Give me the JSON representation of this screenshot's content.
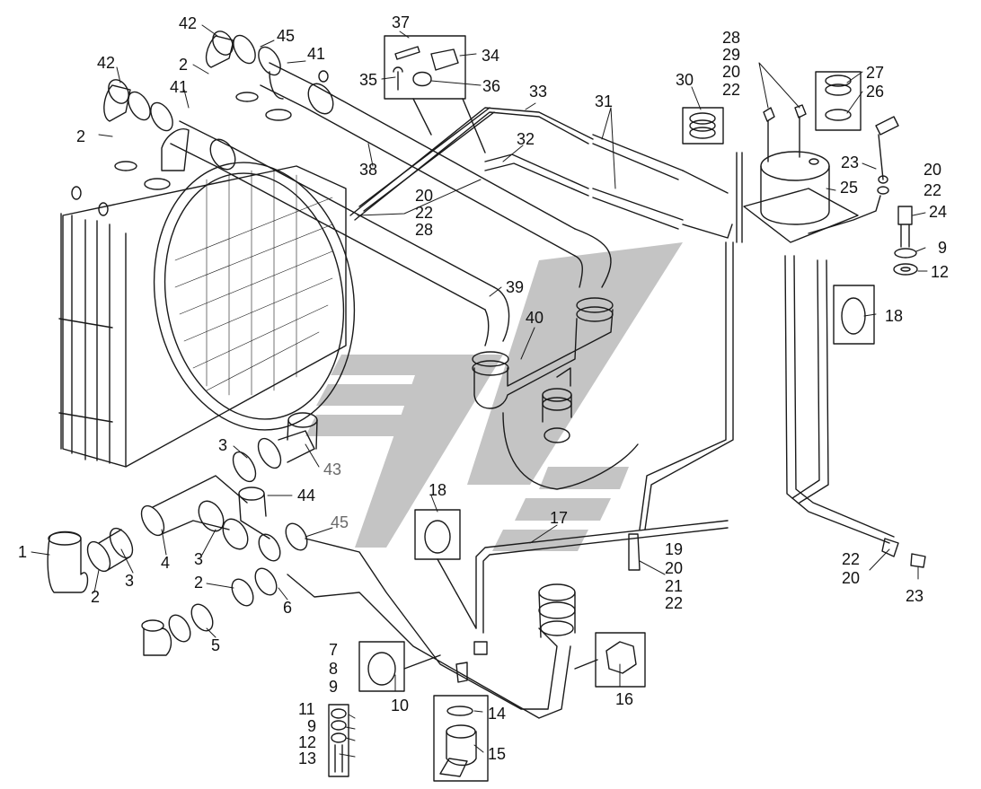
{
  "diagram": {
    "watermark_color": "#bdbdbd",
    "line_color": "#1a1a1a",
    "callouts": [
      {
        "id": "c42a",
        "text": "42"
      },
      {
        "id": "c45a",
        "text": "45"
      },
      {
        "id": "c41a",
        "text": "41"
      },
      {
        "id": "c2a",
        "text": "2"
      },
      {
        "id": "c42b",
        "text": "42"
      },
      {
        "id": "c41b",
        "text": "41"
      },
      {
        "id": "c2b",
        "text": "2"
      },
      {
        "id": "c38",
        "text": "38"
      },
      {
        "id": "c37",
        "text": "37"
      },
      {
        "id": "c34",
        "text": "34"
      },
      {
        "id": "c35",
        "text": "35"
      },
      {
        "id": "c36",
        "text": "36"
      },
      {
        "id": "c33",
        "text": "33"
      },
      {
        "id": "c32",
        "text": "32"
      },
      {
        "id": "c31",
        "text": "31"
      },
      {
        "id": "c30",
        "text": "30"
      },
      {
        "id": "g1a",
        "text": "28"
      },
      {
        "id": "g1b",
        "text": "29"
      },
      {
        "id": "g1c",
        "text": "20"
      },
      {
        "id": "g1d",
        "text": "22"
      },
      {
        "id": "c27",
        "text": "27"
      },
      {
        "id": "c26",
        "text": "26"
      },
      {
        "id": "c23a",
        "text": "23"
      },
      {
        "id": "c25",
        "text": "25"
      },
      {
        "id": "g2a",
        "text": "20"
      },
      {
        "id": "g2b",
        "text": "22"
      },
      {
        "id": "c24",
        "text": "24"
      },
      {
        "id": "c9a",
        "text": "9"
      },
      {
        "id": "c12a",
        "text": "12"
      },
      {
        "id": "g3a",
        "text": "20"
      },
      {
        "id": "g3b",
        "text": "22"
      },
      {
        "id": "g3c",
        "text": "28"
      },
      {
        "id": "c39",
        "text": "39"
      },
      {
        "id": "c40",
        "text": "40"
      },
      {
        "id": "c18a",
        "text": "18"
      },
      {
        "id": "c3a",
        "text": "3"
      },
      {
        "id": "c43",
        "text": "43"
      },
      {
        "id": "c44",
        "text": "44"
      },
      {
        "id": "c45b",
        "text": "45"
      },
      {
        "id": "c18b",
        "text": "18"
      },
      {
        "id": "c17",
        "text": "17"
      },
      {
        "id": "c1",
        "text": "1"
      },
      {
        "id": "c2c",
        "text": "2"
      },
      {
        "id": "c3b",
        "text": "3"
      },
      {
        "id": "c4",
        "text": "4"
      },
      {
        "id": "c3c",
        "text": "3"
      },
      {
        "id": "c2d",
        "text": "2"
      },
      {
        "id": "c5",
        "text": "5"
      },
      {
        "id": "c6",
        "text": "6"
      },
      {
        "id": "g4a",
        "text": "19"
      },
      {
        "id": "g4b",
        "text": "20"
      },
      {
        "id": "g4c",
        "text": "21"
      },
      {
        "id": "g4d",
        "text": "22"
      },
      {
        "id": "g5a",
        "text": "22"
      },
      {
        "id": "g5b",
        "text": "20"
      },
      {
        "id": "c23b",
        "text": "23"
      },
      {
        "id": "g6a",
        "text": "7"
      },
      {
        "id": "g6b",
        "text": "8"
      },
      {
        "id": "g6c",
        "text": "9"
      },
      {
        "id": "c10",
        "text": "10"
      },
      {
        "id": "c11",
        "text": "11"
      },
      {
        "id": "c9b",
        "text": "9"
      },
      {
        "id": "c12b",
        "text": "12"
      },
      {
        "id": "c13",
        "text": "13"
      },
      {
        "id": "c14",
        "text": "14"
      },
      {
        "id": "c15",
        "text": "15"
      },
      {
        "id": "c16",
        "text": "16"
      }
    ]
  }
}
